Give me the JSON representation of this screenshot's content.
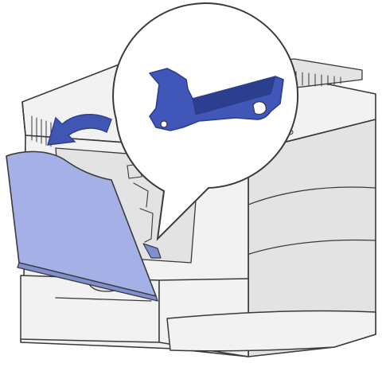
{
  "figure": {
    "subject": "printer",
    "callout_subject": "release-lever",
    "arrow_subject": "door-open-direction"
  },
  "colors": {
    "background": "#ffffff",
    "body": "#f2f2f2",
    "body_shade": "#e3e3e3",
    "outline": "#3a3a3a",
    "door": "#a5b1e6",
    "door_edge": "#7f8fd0",
    "arrow": "#3f57b3",
    "lever": "#4056b9",
    "lever_dark": "#2c3f8e"
  }
}
